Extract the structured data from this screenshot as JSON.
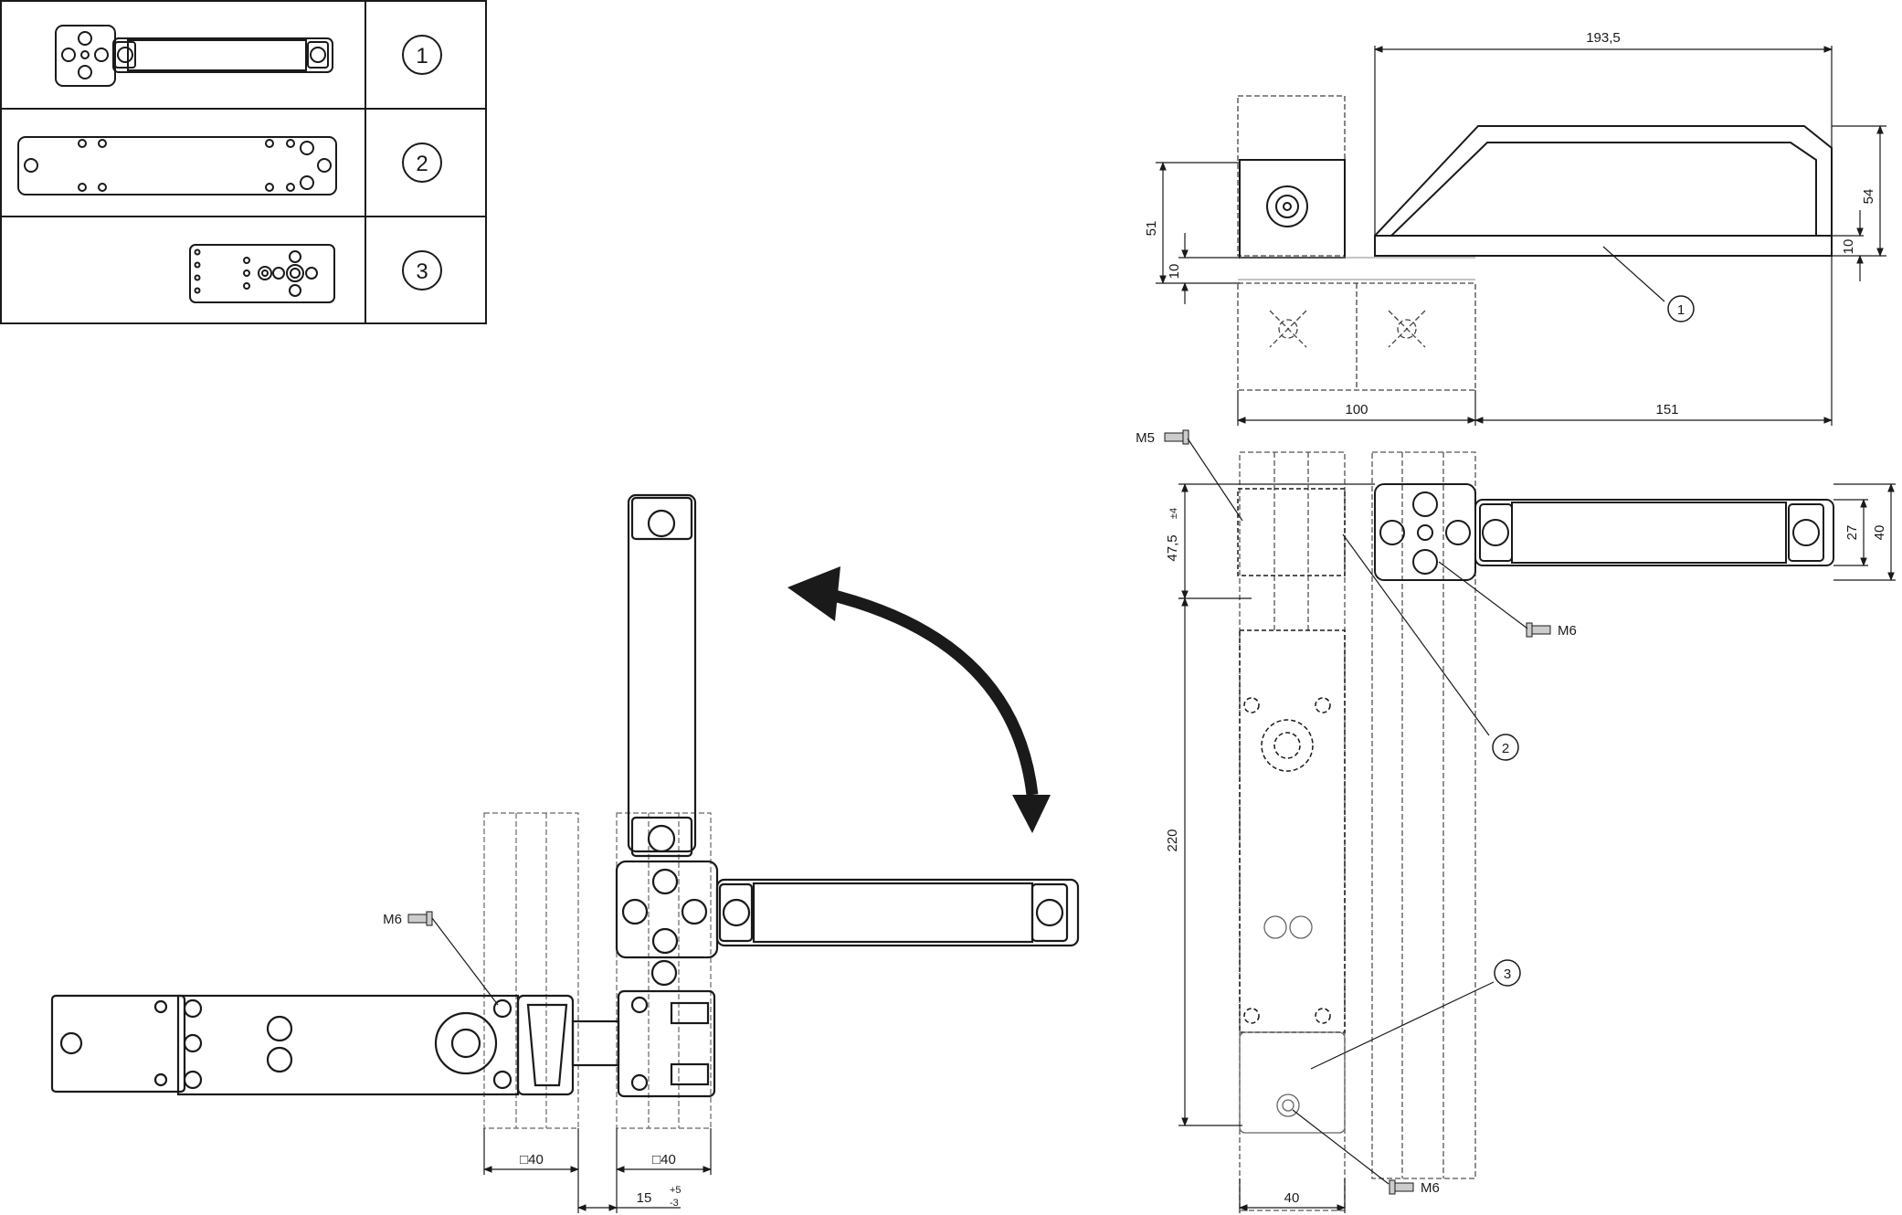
{
  "legend": {
    "rows": [
      {
        "callout": "1",
        "part": "handle-with-mount-plate"
      },
      {
        "callout": "2",
        "part": "mounting-plate"
      },
      {
        "callout": "3",
        "part": "switch-plate"
      }
    ]
  },
  "dimensions": {
    "overall_length": "193,5",
    "total_height": "54",
    "body_height": "51",
    "plate_thickness": "10",
    "plate_thickness_right": "10",
    "switch_width": "100",
    "handle_length": "151",
    "vertical_offset": "47,5",
    "vertical_offset_tol": "±4",
    "switch_length": "220",
    "handle_depth": "27",
    "plate_width": "40",
    "profile_width_bottom": "40",
    "profile_a": "□40",
    "profile_b": "□40",
    "gap": "15",
    "gap_tol_upper": "+5",
    "gap_tol_lower": "-3"
  },
  "callouts": {
    "top_view": "1",
    "front_plate": "2",
    "switch_plate": "3"
  },
  "screws": {
    "m5": "M5",
    "m6_right": "M6",
    "m6_bottom": "M6",
    "m6_left": "M6"
  },
  "icons": {
    "rotation_arrow": "curved-double-arrow-icon"
  }
}
